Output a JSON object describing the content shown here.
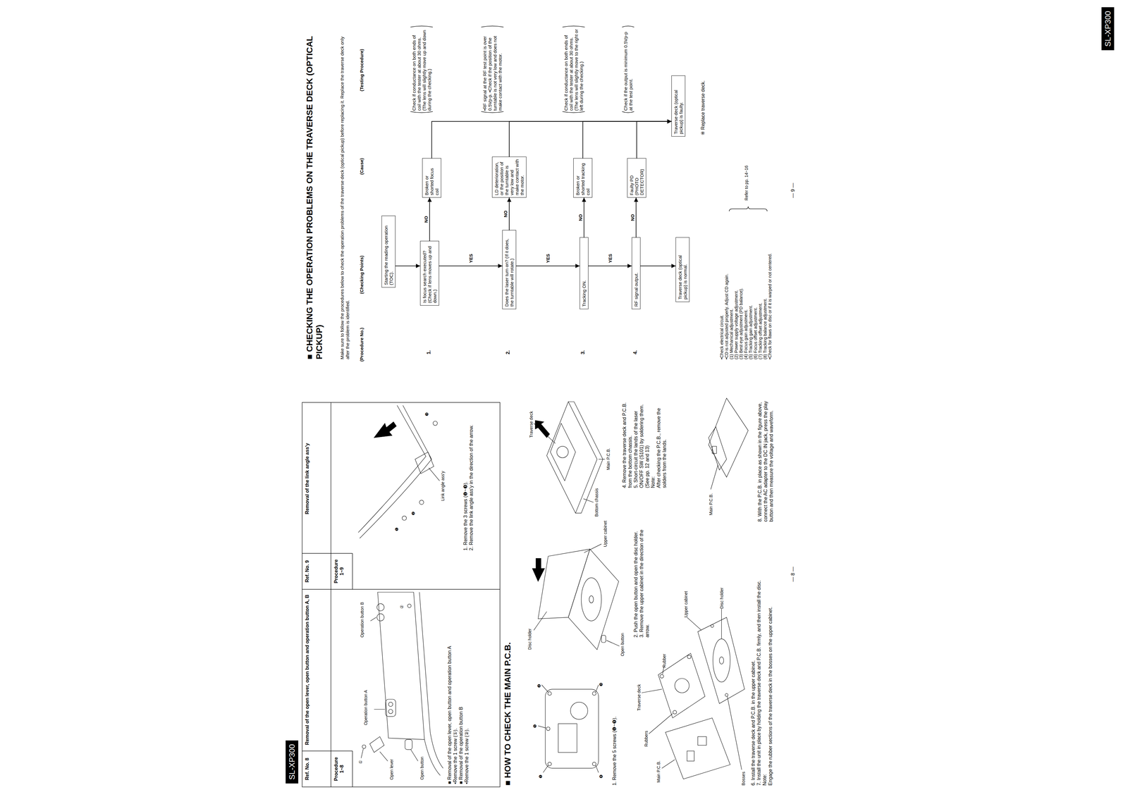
{
  "diagram": {
    "title": "■ CHECKING THE OPERATION PROBLEMS ON THE TRAVERSE DECK (OPTICAL PICKUP)",
    "nodes": [
      {
        "text": [
          "SL-XP300"
        ]
      },
      {
        "text": [
          "Starting the reading operation (TOC)."
        ]
      },
      {
        "text": [
          "Is focus search executed? (Check if lens moves up and down.)"
        ]
      },
      {
        "text": [
          "Broken or shorted focus coil"
        ]
      },
      {
        "text": [
          "Does the laser turn on? (If it does, the turntable will rotate.)"
        ]
      },
      {
        "text": [
          "LD deterioration, or the position of the turntable is very low and make contact with the motor."
        ]
      },
      {
        "text": [
          "Tracking ON."
        ]
      },
      {
        "text": [
          "Broken or shorted tracking coil"
        ]
      },
      {
        "text": [
          "RF signal output."
        ]
      },
      {
        "text": [
          "Faulty PD (PHOTO DETECTOR)"
        ]
      },
      {
        "text": [
          "Traverse deck (optical pickup) is normal."
        ]
      },
      {
        "text": [
          "Traverse deck (optical pickup) is faulty."
        ]
      },
      {
        "text": [
          "SL-XP300"
        ]
      }
    ],
    "edges": [
      {
        "from": 1,
        "to": 2,
        "arrow": "to"
      },
      {
        "from": 2,
        "to": 4,
        "arrow": "to",
        "label": "YES"
      },
      {
        "from": 4,
        "to": 6,
        "arrow": "to",
        "label": "YES"
      },
      {
        "from": 6,
        "to": 8,
        "arrow": "to",
        "label": "YES"
      },
      {
        "from": 8,
        "to": 10,
        "arrow": "to"
      },
      {
        "from": 2,
        "to": 3,
        "arrow": "to",
        "label": "NO"
      },
      {
        "from": 4,
        "to": 5,
        "arrow": "to",
        "label": "NO"
      },
      {
        "from": 6,
        "to": 7,
        "arrow": "to",
        "label": "NO"
      },
      {
        "from": 8,
        "to": 9,
        "arrow": "to",
        "label": "NO"
      },
      {
        "from": 3,
        "to": 11,
        "arrow": "to"
      },
      {
        "from": 5,
        "to": 11,
        "arrow": "to"
      },
      {
        "from": 7,
        "to": 11,
        "arrow": "to"
      },
      {
        "from": 9,
        "to": 11,
        "arrow": "to"
      }
    ],
    "labels": [
      "Ref. No. 8",
      "Removal of the open lever, open button and operation button A, B",
      "Ref. No. 9",
      "Removal of the link angle ass'y",
      "Procedure 1~8",
      "Procedure 1~9",
      "Open lever",
      "Open button",
      "Operation button A",
      "Operation button B",
      "①",
      "②",
      "■ Removal of the open lever, open button and operation button A",
      "•Remove the 1 screw (①).",
      "■ Removal of the operation button B",
      "•Remove the 1 screw (②).",
      "❶",
      "❷",
      "❸",
      "Link angle ass'y",
      "1. Remove the 3 screws (❶~❸).",
      "2. Remove the link angle ass'y in the direction of the arrow.",
      "■ HOW TO CHECK THE MAIN P.C.B.",
      "❶",
      "❷",
      "❸",
      "❹",
      "❺",
      "1. Remove the 5 screws (❶~❺).",
      "Disc holder",
      "Upper cabinet",
      "Open button",
      "2. Push the open button and open the disc holder.",
      "3. Remove the upper cabinet in the direction of the arrow.",
      "Traverse deck",
      "Main P.C.B.",
      "Bottom chassis",
      "4. Remove the traverse deck and P.C.B. from the bottom chassis.",
      "5. Short-circuit the lands of the laser ON/OFF SW (S101) by soldering them. (See pp. 12 and 13)",
      "Note:",
      "After checking the P.C.B., remove the solders from the lands.",
      "Main P.C.B.",
      "Rubbers",
      "Traverse deck",
      "Rubber",
      "Upper cabinet",
      "Disc holder",
      "Bosses",
      "6. Install the traverse deck and P.C.B. in the upper cabinet.",
      "7. Install the unit in place by holding the traverse deck and P.C.B. firmly, and then install the disc.",
      "Note:",
      "Engage the rubber sections of the traverse deck in the bosses on the upper cabinet.",
      "Main P.C.B.",
      "8. With the P.C.B. in place as shown in the figure above, connect the AC adapter to the DC IN jack, press the play button and then measure the voltage and waveform.",
      "— 8 —",
      "Make sure to follow the procedures below to check the operation problems of the traverse deck (optical pickup) before replacing it. Replace the traverse deck only after the problem is identified.",
      "(Procedure No.)",
      "(Checking Points)",
      "(Cause)",
      "(Testing Procedure)",
      "1.",
      "2.",
      "3.",
      "4.",
      "Check if conductance on both ends of coil with the tester at about 30 ohms. (The lens will slightly move up and down during the checking.)",
      "•RF signal at the RF test point is over 0.5Vp-p. •Check if the position of the turntable is not very low and does not make contact with the motor.",
      "Check if conductance on both ends of coil with the tester at about 30 ohms. (The lens will slightly move to the right or left during the checking.)",
      "Check if the output is minimum 0.5Vp-p at the test point.",
      "※ Replace traverse deck.",
      "•Check electrical circuit.",
      "•CD is not adjusted properly. Adjust CD again.",
      "(1) Mechanical adjustment.",
      "(2) Power supply voltage adjustment.",
      "(3) Best eye adjustment (PD balance).",
      "(4) Focus gain adjustment.",
      "(5) Tracking gain adjustment.",
      "(6) Focus offset adjustment.",
      "(7) Tracking offset adjustment.",
      "(8) Tracking balance adjustment.",
      "•Check for flaws on disc or if it is warped or not centered.",
      "Refer to pp. 14~16",
      "— 9 —"
    ]
  }
}
